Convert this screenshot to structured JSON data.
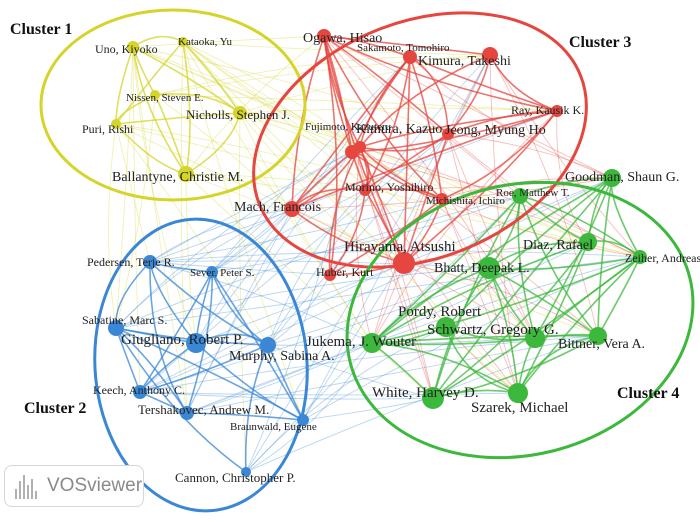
{
  "clusters": [
    {
      "id": 1,
      "label": "Cluster 1",
      "color": "#d4d42b"
    },
    {
      "id": 2,
      "label": "Cluster 2",
      "color": "#3a87d6"
    },
    {
      "id": 3,
      "label": "Cluster 3",
      "color": "#e5463f"
    },
    {
      "id": 4,
      "label": "Cluster 4",
      "color": "#3cb83c"
    }
  ],
  "authors": [
    {
      "name": "Uno, Kiyoko",
      "cluster": 1
    },
    {
      "name": "Kataoka, Yu",
      "cluster": 1
    },
    {
      "name": "Nissen, Steven E.",
      "cluster": 1
    },
    {
      "name": "Nicholls, Stephen J.",
      "cluster": 1
    },
    {
      "name": "Puri, Rishi",
      "cluster": 1
    },
    {
      "name": "Ballantyne, Christie M.",
      "cluster": 1
    },
    {
      "name": "Pedersen, Terje R.",
      "cluster": 2
    },
    {
      "name": "Sever, Peter S.",
      "cluster": 2
    },
    {
      "name": "Sabatine, Marc S.",
      "cluster": 2
    },
    {
      "name": "Giugliano, Robert P.",
      "cluster": 2
    },
    {
      "name": "Murphy, Sabina A.",
      "cluster": 2
    },
    {
      "name": "Keech, Anthony C.",
      "cluster": 2
    },
    {
      "name": "Tershakovec, Andrew M.",
      "cluster": 2
    },
    {
      "name": "Braunwald, Eugene",
      "cluster": 2
    },
    {
      "name": "Cannon, Christopher P.",
      "cluster": 2
    },
    {
      "name": "Ogawa, Hisao",
      "cluster": 3
    },
    {
      "name": "Sakamoto, Tomohiro",
      "cluster": 3
    },
    {
      "name": "Kimura, Takeshi",
      "cluster": 3
    },
    {
      "name": "Ray, Kausik K.",
      "cluster": 3
    },
    {
      "name": "Fujimoto, Kazuteru",
      "cluster": 3
    },
    {
      "name": "Kimura, Kazuo",
      "cluster": 3
    },
    {
      "name": "Jeong, Myung Ho",
      "cluster": 3
    },
    {
      "name": "Morino, Yoshihiro",
      "cluster": 3
    },
    {
      "name": "Michishita, Ichiro",
      "cluster": 3
    },
    {
      "name": "Mach, Francois",
      "cluster": 3
    },
    {
      "name": "Hirayama, Atsushi",
      "cluster": 3
    },
    {
      "name": "Huber, Kurt",
      "cluster": 3
    },
    {
      "name": "Roe, Matthew T.",
      "cluster": 4
    },
    {
      "name": "Goodman, Shaun G.",
      "cluster": 4
    },
    {
      "name": "Diaz, Rafael",
      "cluster": 4
    },
    {
      "name": "Zeiher, Andreas M.",
      "cluster": 4
    },
    {
      "name": "Bhatt, Deepak L.",
      "cluster": 4
    },
    {
      "name": "Jukema, J. Wouter",
      "cluster": 4
    },
    {
      "name": "Pordy, Robert",
      "cluster": 4
    },
    {
      "name": "Schwartz, Gregory G.",
      "cluster": 4
    },
    {
      "name": "Bittner, Vera A.",
      "cluster": 4
    },
    {
      "name": "White, Harvey D.",
      "cluster": 4
    },
    {
      "name": "Szarek, Michael",
      "cluster": 4
    }
  ],
  "watermark": {
    "text": "VOSviewer"
  }
}
